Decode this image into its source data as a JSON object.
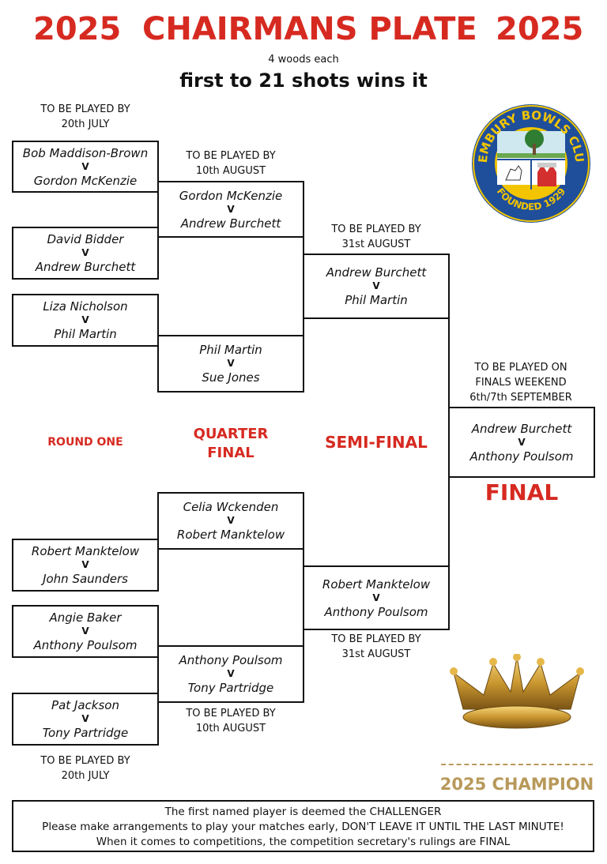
{
  "header": {
    "year_left": "2025",
    "title": "CHAIRMANS PLATE",
    "year_right": "2025",
    "subtitle_small": "4 woods each",
    "subtitle_large": "first to 21 shots wins it"
  },
  "round_one": {
    "label": "ROUND ONE",
    "deadline_top": [
      "TO BE PLAYED BY",
      "20th JULY"
    ],
    "deadline_bottom": [
      "TO BE PLAYED BY",
      "20th JULY"
    ],
    "matches": [
      {
        "p1": "Bob Maddison-Brown",
        "v": "V",
        "p2": "Gordon McKenzie"
      },
      {
        "p1": "David Bidder",
        "v": "V",
        "p2": "Andrew Burchett"
      },
      {
        "p1": "Liza Nicholson",
        "v": "V",
        "p2": "Phil Martin"
      },
      {
        "p1": "Robert Manktelow",
        "v": "V",
        "p2": "John Saunders"
      },
      {
        "p1": "Angie Baker",
        "v": "V",
        "p2": "Anthony Poulsom"
      },
      {
        "p1": "Pat Jackson",
        "v": "V",
        "p2": "Tony Partridge"
      }
    ]
  },
  "quarter_final": {
    "label": [
      "QUARTER",
      "FINAL"
    ],
    "deadline_top": [
      "TO BE PLAYED BY",
      "10th AUGUST"
    ],
    "deadline_bottom": [
      "TO BE PLAYED BY",
      "10th AUGUST"
    ],
    "matches": [
      {
        "p1": "Gordon McKenzie",
        "v": "V",
        "p2": "Andrew Burchett"
      },
      {
        "p1": "Phil Martin",
        "v": "V",
        "p2": "Sue Jones"
      },
      {
        "p1": "Celia Wckenden",
        "v": "V",
        "p2": "Robert Manktelow"
      },
      {
        "p1": "Anthony Poulsom",
        "v": "V",
        "p2": "Tony Partridge"
      }
    ]
  },
  "semi_final": {
    "label": "SEMI-FINAL",
    "deadline_top": [
      "TO BE PLAYED BY",
      "31st AUGUST"
    ],
    "deadline_bottom": [
      "TO BE PLAYED BY",
      "31st AUGUST"
    ],
    "matches": [
      {
        "p1": "Andrew Burchett",
        "v": "V",
        "p2": "Phil Martin"
      },
      {
        "p1": "Robert Manktelow",
        "v": "V",
        "p2": "Anthony Poulsom"
      }
    ]
  },
  "final": {
    "label": "FINAL",
    "deadline": [
      "TO BE PLAYED ON",
      "FINALS WEEKEND",
      "6th/7th SEPTEMBER"
    ],
    "match": {
      "p1": "Andrew Burchett",
      "v": "V",
      "p2": "Anthony Poulsom"
    }
  },
  "logo": {
    "top_text": "PEMBURY BOWLS CLUB",
    "bottom_text": "FOUNDED 1929"
  },
  "champion": {
    "label": "2025 CHAMPION",
    "icon": "crown-icon"
  },
  "footer": {
    "lines": [
      "The first named player is deemed the CHALLENGER",
      "Please make arrangements to play your matches early, DON'T LEAVE IT UNTIL THE LAST MINUTE!",
      "When it comes to competitions, the competition secretary's rulings are FINAL"
    ]
  },
  "colors": {
    "accent": "#d62a21",
    "gold": "#b8995a",
    "logo_blue": "#1f4e9a",
    "logo_yellow": "#f2c500"
  }
}
